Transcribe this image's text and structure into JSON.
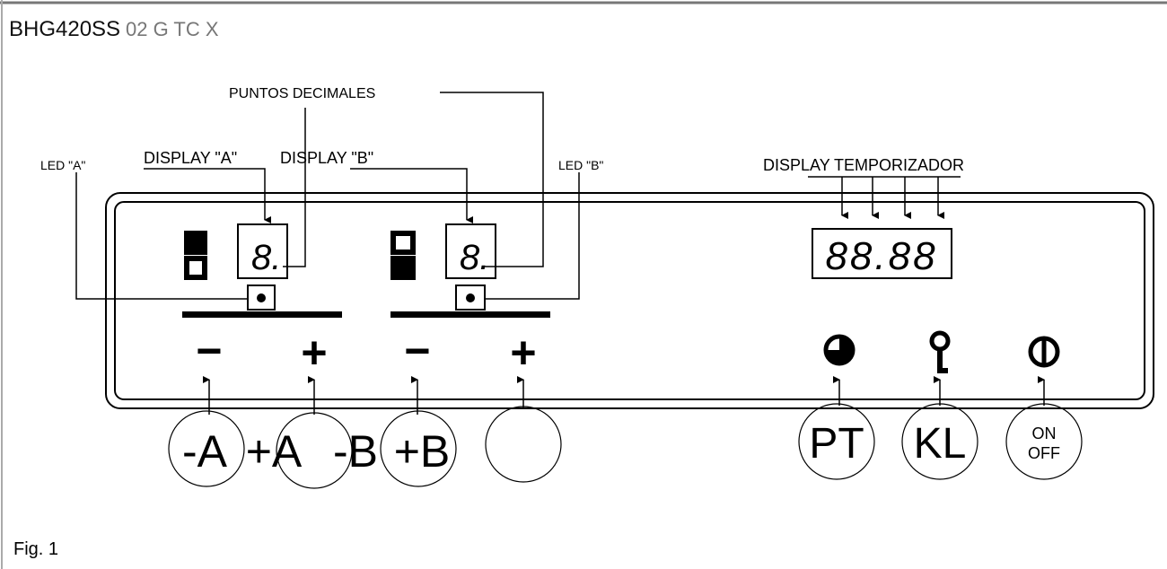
{
  "title": {
    "model": "BHG420SS",
    "underlying_model": "02 G TC X"
  },
  "labels": {
    "decimal_points": "PUNTOS DECIMALES",
    "led_a": "LED \"A\"",
    "led_b": "LED \"B\"",
    "display_a": "DISPLAY \"A\"",
    "display_b": "DISPLAY \"B\"",
    "timer_display": "DISPLAY TEMPORIZADOR"
  },
  "displays": {
    "a": "8.",
    "b": "8.",
    "timer": "88.88"
  },
  "panel_symbols": {
    "minus_a": "−",
    "plus_a": "+",
    "minus_b": "−",
    "plus_b": "+"
  },
  "icons": [
    "clock-icon",
    "key-icon",
    "power-icon"
  ],
  "buttons": {
    "minus_a": "-A",
    "plus_a": "+A",
    "minus_b": "-B",
    "plus_b": "+B",
    "blank": "",
    "pt": "PT",
    "kl": "KL",
    "on": "ON",
    "off": "OFF"
  },
  "caption": "Fig. 1"
}
